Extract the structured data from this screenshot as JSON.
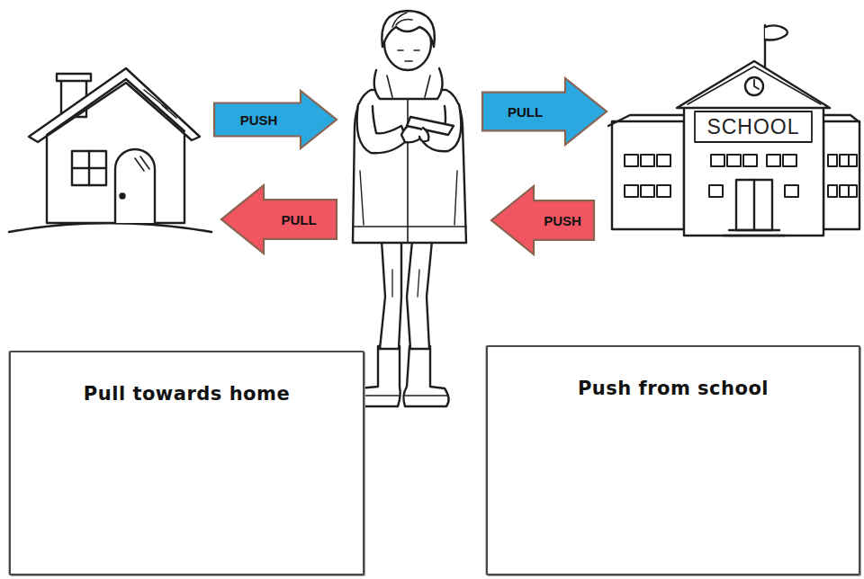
{
  "diagram": {
    "nodes": [
      {
        "text": [
          "PUSH"
        ]
      },
      {
        "text": [
          "PULL"
        ]
      },
      {
        "text": [
          "PULL"
        ]
      },
      {
        "text": [
          "PUSH"
        ]
      },
      {
        "text": [
          "Pull towards home"
        ]
      },
      {
        "text": [
          "Push from school"
        ]
      }
    ],
    "labels": [
      "SCHOOL"
    ]
  }
}
